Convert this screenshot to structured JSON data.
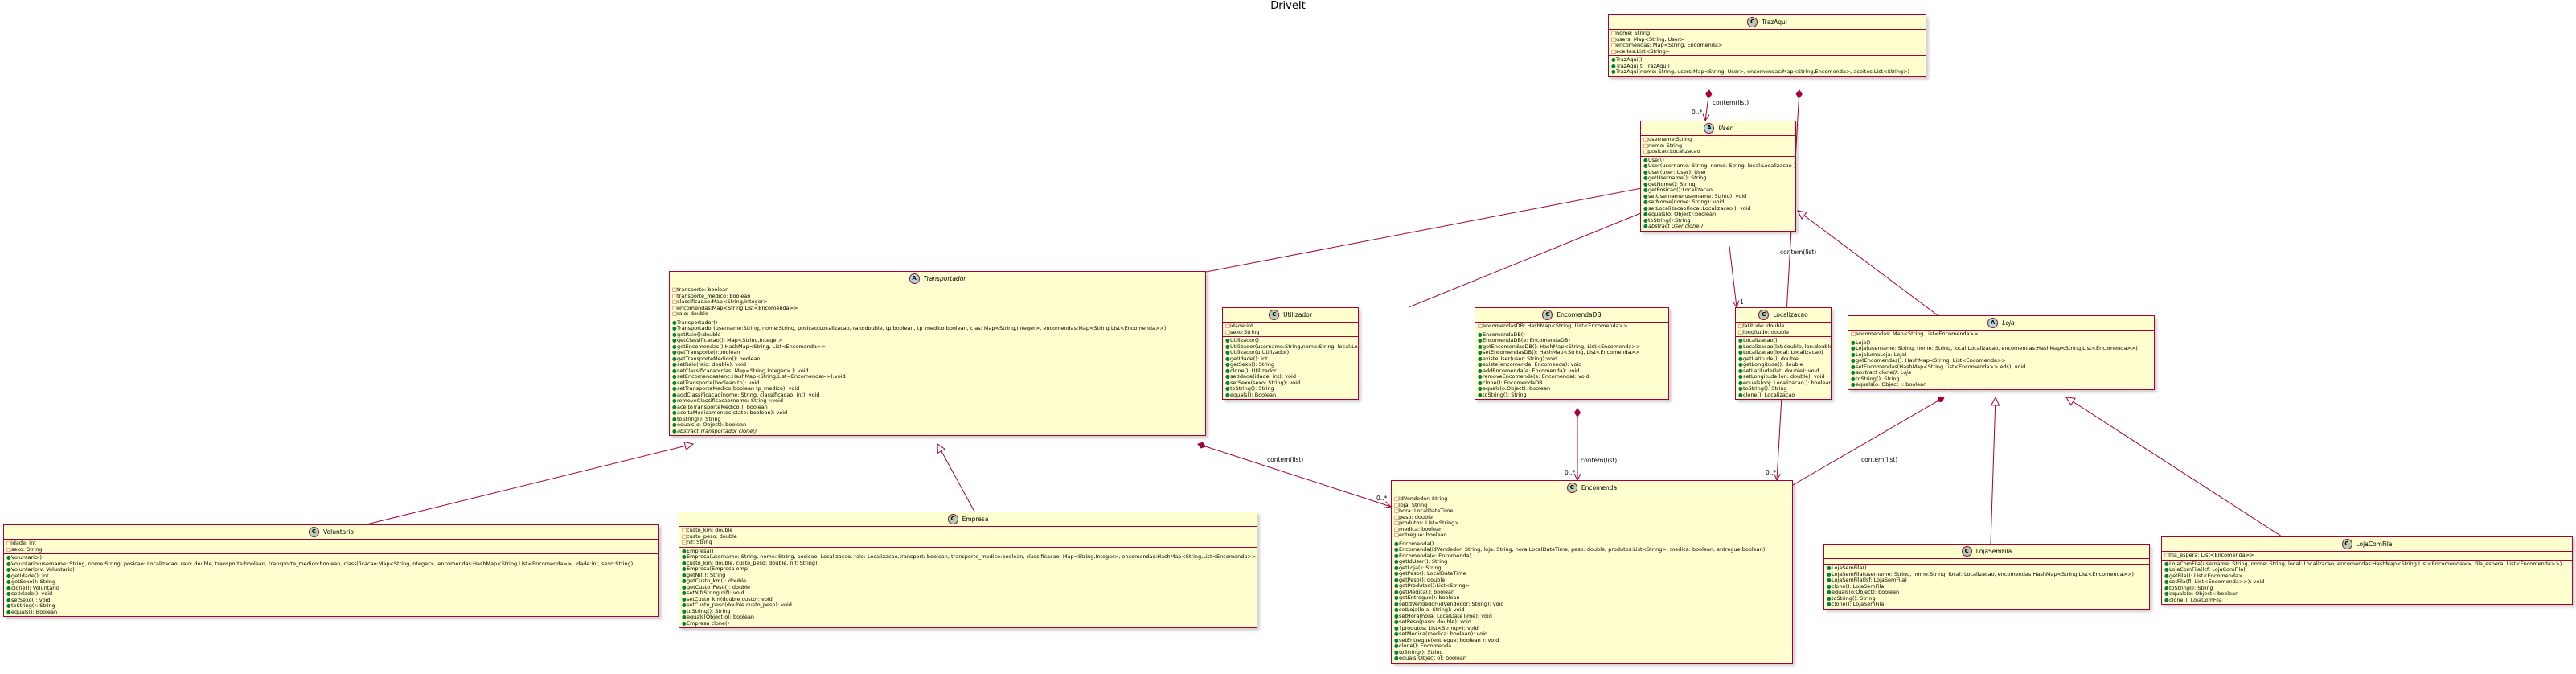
{
  "title": "DriveIt",
  "colors": {
    "class_bg": "#fefece",
    "border": "#a80036",
    "class_icon": "#add1b2",
    "abstract_icon": "#a9dcdf"
  },
  "classes": [
    {
      "id": "TrazAqui",
      "name": "TrazAqui",
      "kind": "C",
      "abstract": false,
      "fields": [
        {
          "vis": "priv",
          "text": "nome: String"
        },
        {
          "vis": "priv",
          "text": "users: Map<String, User>"
        },
        {
          "vis": "priv",
          "text": "encomendas: Map<String, Encomenda>"
        },
        {
          "vis": "priv",
          "text": "aceites:List<String>"
        }
      ],
      "methods": [
        {
          "vis": "pub",
          "text": "TrazAqui()"
        },
        {
          "vis": "pub",
          "text": "TrazAqui(t: TrazAqui)"
        },
        {
          "vis": "pub",
          "text": "TrazAqui(nome: String, users:Map<String, User>, encomendas:Map<String,Encomenda>, aceites:List<String>)"
        }
      ]
    },
    {
      "id": "User",
      "name": "User",
      "kind": "A",
      "abstract": true,
      "fields": [
        {
          "vis": "priv",
          "text": "username:String"
        },
        {
          "vis": "priv",
          "text": "nome: String"
        },
        {
          "vis": "priv",
          "text": "posicao:Localizacao"
        }
      ],
      "methods": [
        {
          "vis": "pub",
          "text": "User()"
        },
        {
          "vis": "pub",
          "text": "User(username: String, nome: String, local:Localizacao ): User"
        },
        {
          "vis": "pub",
          "text": "User(user: User): User"
        },
        {
          "vis": "pub",
          "text": "getUsername(): String"
        },
        {
          "vis": "pub",
          "text": "getNome(): String"
        },
        {
          "vis": "pub",
          "text": "getPosicao():Localizacao"
        },
        {
          "vis": "pub",
          "text": "setUsername(username: String): void"
        },
        {
          "vis": "pub",
          "text": "setNome(nome: String): void"
        },
        {
          "vis": "pub",
          "text": "setLocalizacao(local:Localizacao ): void"
        },
        {
          "vis": "pub",
          "text": "equals(o: Object):boolean"
        },
        {
          "vis": "pub",
          "text": "toString():String"
        },
        {
          "vis": "pub",
          "text": "abstract User clone()",
          "abs": true
        }
      ]
    },
    {
      "id": "Transportador",
      "name": "Transportador",
      "kind": "A",
      "abstract": true,
      "fields": [
        {
          "vis": "priv",
          "text": "transporte: boolean"
        },
        {
          "vis": "priv",
          "text": "transporte_medico: boolean"
        },
        {
          "vis": "priv",
          "text": "classificacao:Map<String,Integer>"
        },
        {
          "vis": "priv",
          "text": "encomendas:Map<String,List<Encomenda>>"
        },
        {
          "vis": "priv",
          "text": "raio: double"
        }
      ],
      "methods": [
        {
          "vis": "pub",
          "text": "Transportador()"
        },
        {
          "vis": "pub",
          "text": "Transportador(username:String, nome:String, posicao:Localizacao, raio:double, tp:boolean, tp_medico:boolean, clas: Map<String,Integer>, encomendas:Map<String,List<Encomenda>>)"
        },
        {
          "vis": "pub",
          "text": "getRaio():double"
        },
        {
          "vis": "pub",
          "text": "getClassificacao(): Map<String,Integer>"
        },
        {
          "vis": "pub",
          "text": "getEncomendas():HashMap<String, List<Encomenda>>"
        },
        {
          "vis": "pub",
          "text": "getTransporte():boolean"
        },
        {
          "vis": "pub",
          "text": "getTransporteMedico(): boolean"
        },
        {
          "vis": "pub",
          "text": "setRaio(raio: double): void"
        },
        {
          "vis": "pub",
          "text": "setClassificacao(clas: Map<String,Integer> ): void"
        },
        {
          "vis": "pub",
          "text": "setEncomendas(enc:HashMap<String,List<Encomenda>>):void"
        },
        {
          "vis": "pub",
          "text": "setTransporte(boolean tp): void"
        },
        {
          "vis": "pub",
          "text": "setTransporteMedico(boolean tp_medico): void"
        },
        {
          "vis": "pub",
          "text": "addClassificacao(nome: String, classificacao: int): void"
        },
        {
          "vis": "pub",
          "text": "removeClassificacao(nome: String ):void"
        },
        {
          "vis": "pub",
          "text": "aceitoTransporteMedico(): boolean"
        },
        {
          "vis": "pub",
          "text": "aceitaMedicamentos(state: boolean): void"
        },
        {
          "vis": "pub",
          "text": "toString(): String"
        },
        {
          "vis": "pub",
          "text": "equals(o: Object): boolean"
        },
        {
          "vis": "pub",
          "text": "abstract Transportador clone()",
          "abs": true
        }
      ]
    },
    {
      "id": "Utilizador",
      "name": "Utilizador",
      "kind": "C",
      "abstract": false,
      "fields": [
        {
          "vis": "priv",
          "text": "idade:int"
        },
        {
          "vis": "priv",
          "text": "sexo:String"
        }
      ],
      "methods": [
        {
          "vis": "pub",
          "text": "Utilizador()"
        },
        {
          "vis": "pub",
          "text": "Utilizador(username:String,nome:String, local:Localizacao, idade:int,  sexo:String)"
        },
        {
          "vis": "pub",
          "text": "Utilizador(u:Utilizador)"
        },
        {
          "vis": "pub",
          "text": "getIdade(): int"
        },
        {
          "vis": "pub",
          "text": "getSexo(): String"
        },
        {
          "vis": "pub",
          "text": "clone(): Utilizador"
        },
        {
          "vis": "pub",
          "text": "setIdade(idade: int): void"
        },
        {
          "vis": "pub",
          "text": "setSexo(sexo: String): void"
        },
        {
          "vis": "pub",
          "text": "toString(): String"
        },
        {
          "vis": "pub",
          "text": "equals(): Boolean"
        }
      ]
    },
    {
      "id": "EncomendaDB",
      "name": "EncomendaDB",
      "kind": "C",
      "abstract": false,
      "fields": [
        {
          "vis": "priv",
          "text": "encomendasDB: HashMap<String, List<Encomenda>>"
        }
      ],
      "methods": [
        {
          "vis": "pub",
          "text": "EncomendaDB()"
        },
        {
          "vis": "pub",
          "text": "EncomendaDB(e: EncomendaDB)"
        },
        {
          "vis": "pub",
          "text": "getEncomendasDB(): HashMap<String, List<Encomenda>>"
        },
        {
          "vis": "pub",
          "text": "setEncomendasDB(): HashMap<String, List<Encomenda>>"
        },
        {
          "vis": "pub",
          "text": "existeUser(user: String):void"
        },
        {
          "vis": "pub",
          "text": "existe(encomenda: Encomenda): void"
        },
        {
          "vis": "pub",
          "text": "addEncomenda(e: Encomenda): void"
        },
        {
          "vis": "pub",
          "text": "removeEncomenda(e: Encomenda): void"
        },
        {
          "vis": "pub",
          "text": "clone(): EncomendaDB"
        },
        {
          "vis": "pub",
          "text": "equals(o:Object): boolean"
        },
        {
          "vis": "pub",
          "text": "toString(): String"
        }
      ]
    },
    {
      "id": "Localizacao",
      "name": "Localizacao",
      "kind": "C",
      "abstract": false,
      "fields": [
        {
          "vis": "priv",
          "text": "latitude: double"
        },
        {
          "vis": "priv",
          "text": "longitude: double"
        }
      ],
      "methods": [
        {
          "vis": "pub",
          "text": "Localizacao()"
        },
        {
          "vis": "pub",
          "text": "Localizacao(lat:double, lon:double)"
        },
        {
          "vis": "pub",
          "text": "Localizacao(local: Localizacao)"
        },
        {
          "vis": "pub",
          "text": "getLatitude(): double"
        },
        {
          "vis": "pub",
          "text": "getLongitude(): double"
        },
        {
          "vis": "pub",
          "text": "setLatitude(lat: double): void"
        },
        {
          "vis": "pub",
          "text": "setLongitude(lon: double): void"
        },
        {
          "vis": "pub",
          "text": "equals(obj: Localizacao ): boolean"
        },
        {
          "vis": "pub",
          "text": "toString(): String"
        },
        {
          "vis": "pub",
          "text": "clone(): Localizacao"
        }
      ]
    },
    {
      "id": "Loja",
      "name": "Loja",
      "kind": "A",
      "abstract": true,
      "fields": [
        {
          "vis": "priv",
          "text": "encomendas: Map<String,List<Encomenda>>"
        }
      ],
      "methods": [
        {
          "vis": "pub",
          "text": "Loja()"
        },
        {
          "vis": "pub",
          "text": "Loja(username: String, nome: String, local:Localizacao, encomendas:HashMap<String,List<Encomenda>>)"
        },
        {
          "vis": "pub",
          "text": "Loja(umaLoja: Loja)"
        },
        {
          "vis": "pub",
          "text": "getEncomendas(): HashMap<String, List<Encomenda>>"
        },
        {
          "vis": "pub",
          "text": "setEncomendas(HashMap<String,List<Encomenda>> eds): void"
        },
        {
          "vis": "pub",
          "text": "abstract clone(): Loja",
          "abs": true
        },
        {
          "vis": "pub",
          "text": "toString(): String"
        },
        {
          "vis": "pub",
          "text": "equals(o: Object ): boolean"
        }
      ]
    },
    {
      "id": "Voluntario",
      "name": "Voluntario",
      "kind": "C",
      "abstract": false,
      "fields": [
        {
          "vis": "priv",
          "text": "idade: int"
        },
        {
          "vis": "priv",
          "text": "sexo: String"
        }
      ],
      "methods": [
        {
          "vis": "pub",
          "text": "Voluntario()"
        },
        {
          "vis": "pub",
          "text": "Voluntario(username: String, nome:String, posicao: Localizacao, raio: double, transporte:boolean, transporte_medico:boolean, classificacao:Map<String,Integer>, encomendas:HashMap<String,List<Encomenda>>, idade:int, sexo:String)"
        },
        {
          "vis": "pub",
          "text": "Voluntario(v: Voluntario)"
        },
        {
          "vis": "pub",
          "text": "getIdade(): int"
        },
        {
          "vis": "pub",
          "text": "getSexo(): String"
        },
        {
          "vis": "pub",
          "text": "clone(): Voluntario"
        },
        {
          "vis": "pub",
          "text": "setIdade(): void"
        },
        {
          "vis": "pub",
          "text": "setSexo(): void"
        },
        {
          "vis": "pub",
          "text": "toString(): String"
        },
        {
          "vis": "pub",
          "text": "equals(): Boolean"
        }
      ]
    },
    {
      "id": "Empresa",
      "name": "Empresa",
      "kind": "C",
      "abstract": false,
      "fields": [
        {
          "vis": "priv",
          "text": "custo_km: double"
        },
        {
          "vis": "priv",
          "text": "custo_peso: double"
        },
        {
          "vis": "priv",
          "text": "nif: String"
        }
      ],
      "methods": [
        {
          "vis": "pub",
          "text": "Empresa()"
        },
        {
          "vis": "pub",
          "text": "Empresa(username: String, nome: String, posicao: Localizacao, raio: Localizacao,transport: boolean, transporte_medico:boolean, classificacao: Map<String,Integer>, encomendas:HashMap<String,List<Encomenda>>,"
        },
        {
          "vis": "pub",
          "text": "custo_km: double, custo_peso: double, nif: String)"
        },
        {
          "vis": "pub",
          "text": "Empresa(Empresa emp)"
        },
        {
          "vis": "pub",
          "text": "getNif(): String"
        },
        {
          "vis": "pub",
          "text": "getCusto_km(): double"
        },
        {
          "vis": "pub",
          "text": "getCusto_Peso(): double"
        },
        {
          "vis": "pub",
          "text": "setNif(String nif): void"
        },
        {
          "vis": "pub",
          "text": "setCusto_km(double custo): void"
        },
        {
          "vis": "pub",
          "text": "setCusto_peso(double custo_peso): void"
        },
        {
          "vis": "pub",
          "text": "toString(): String"
        },
        {
          "vis": "pub",
          "text": "equals(Object o): boolean"
        },
        {
          "vis": "pub",
          "text": "Empresa clone()"
        }
      ]
    },
    {
      "id": "Encomenda",
      "name": "Encomenda",
      "kind": "C",
      "abstract": false,
      "fields": [
        {
          "vis": "priv",
          "text": "idVendedor: String"
        },
        {
          "vis": "priv",
          "text": "loja: String"
        },
        {
          "vis": "priv",
          "text": "hora: LocalDateTime"
        },
        {
          "vis": "priv",
          "text": "peso: double"
        },
        {
          "vis": "priv",
          "text": "produtos: List<String>"
        },
        {
          "vis": "priv",
          "text": "medica: boolean"
        },
        {
          "vis": "priv",
          "text": "entregue: boolean"
        }
      ],
      "methods": [
        {
          "vis": "pub",
          "text": "Encomenda()"
        },
        {
          "vis": "pub",
          "text": "Encomenda(idVendedor: String, loja: String, hora:LocalDateTime, peso: double, produtos:List<String>, medica: boolean, entregue:boolean)"
        },
        {
          "vis": "pub",
          "text": "Encomenda(e: Encomenda)"
        },
        {
          "vis": "pub",
          "text": "getIdUser(): String"
        },
        {
          "vis": "pub",
          "text": "getLoja(): String"
        },
        {
          "vis": "pub",
          "text": "getPeso(): LocalDateTime"
        },
        {
          "vis": "pub",
          "text": "getPeso(): double"
        },
        {
          "vis": "pub",
          "text": "getProdutos():List<String>"
        },
        {
          "vis": "pub",
          "text": "getMedica(): boolean"
        },
        {
          "vis": "pub",
          "text": "getEntregue(): boolean"
        },
        {
          "vis": "pub",
          "text": "setIdVendedor(idVendedor: String): void"
        },
        {
          "vis": "pub",
          "text": "setLoja(loja: String): void"
        },
        {
          "vis": "pub",
          "text": "setHora(hora: LocalDateTime): void"
        },
        {
          "vis": "pub",
          "text": "setPeso(peso: double): void"
        },
        {
          "vis": "pub",
          "text": "?produtos: List<String>): void"
        },
        {
          "vis": "pub",
          "text": "setMedica(medica: boolean): void"
        },
        {
          "vis": "pub",
          "text": "setEntregue(entregue: boolean ): void"
        },
        {
          "vis": "pub",
          "text": "clone(): Encomenda"
        },
        {
          "vis": "pub",
          "text": "toString(): String"
        },
        {
          "vis": "pub",
          "text": "equals(Object o): boolean"
        }
      ]
    },
    {
      "id": "LojaSemFila",
      "name": "LojaSemFila",
      "kind": "C",
      "abstract": false,
      "fields": [],
      "methods": [
        {
          "vis": "pub",
          "text": "LojaSemFila()"
        },
        {
          "vis": "pub",
          "text": "LojaSemFila(username: String, nome:String, local: Localizacao, encomendas:HashMap<String,List<Encomenda>>)"
        },
        {
          "vis": "pub",
          "text": "LojaSemFila(lsf: LojaSemFila)"
        },
        {
          "vis": "pub",
          "text": "clone(): LojaSemFila"
        },
        {
          "vis": "pub",
          "text": "equals(o:Object): boolean"
        },
        {
          "vis": "pub",
          "text": "toString(): String"
        },
        {
          "vis": "pub",
          "text": "clone(): LojaSemFila"
        }
      ]
    },
    {
      "id": "LojaComFila",
      "name": "LojaComFila",
      "kind": "C",
      "abstract": false,
      "fields": [
        {
          "vis": "priv",
          "text": "fila_espera: List<Encomenda>>"
        }
      ],
      "methods": [
        {
          "vis": "pub",
          "text": "LojaComFila(username: String, nome: String, local: Localizacao, encomendas:HashMap<String,List<Encomenda>>, fila_espera: List<Encomenda>>)"
        },
        {
          "vis": "pub",
          "text": "LojaComFila(lcf: LojaComFila)"
        },
        {
          "vis": "pub",
          "text": "getFila(): List<Encomenda>"
        },
        {
          "vis": "pub",
          "text": "setFila(fl: List<Encomenda>>): void"
        },
        {
          "vis": "pub",
          "text": "toString(): String"
        },
        {
          "vis": "pub",
          "text": "equals(o: Object): boolean"
        },
        {
          "vis": "pub",
          "text": "clone(): LojaComFila"
        }
      ]
    }
  ],
  "relations": [
    {
      "id": "trazaqui-user",
      "label": "contem(list)",
      "mult": "0..*"
    },
    {
      "id": "trazaqui-encomenda",
      "label": "contem(list)",
      "mult": "0..*"
    },
    {
      "id": "transportador-encomenda",
      "label": "contem(list)",
      "mult": "0..*"
    },
    {
      "id": "encomendadb-encomenda",
      "label": "contem(list)",
      "mult": "0..*"
    },
    {
      "id": "loja-encomenda",
      "label": "contem(list)",
      "mult": "0..*"
    },
    {
      "id": "user-localizacao",
      "label": "",
      "mult": "1"
    }
  ]
}
